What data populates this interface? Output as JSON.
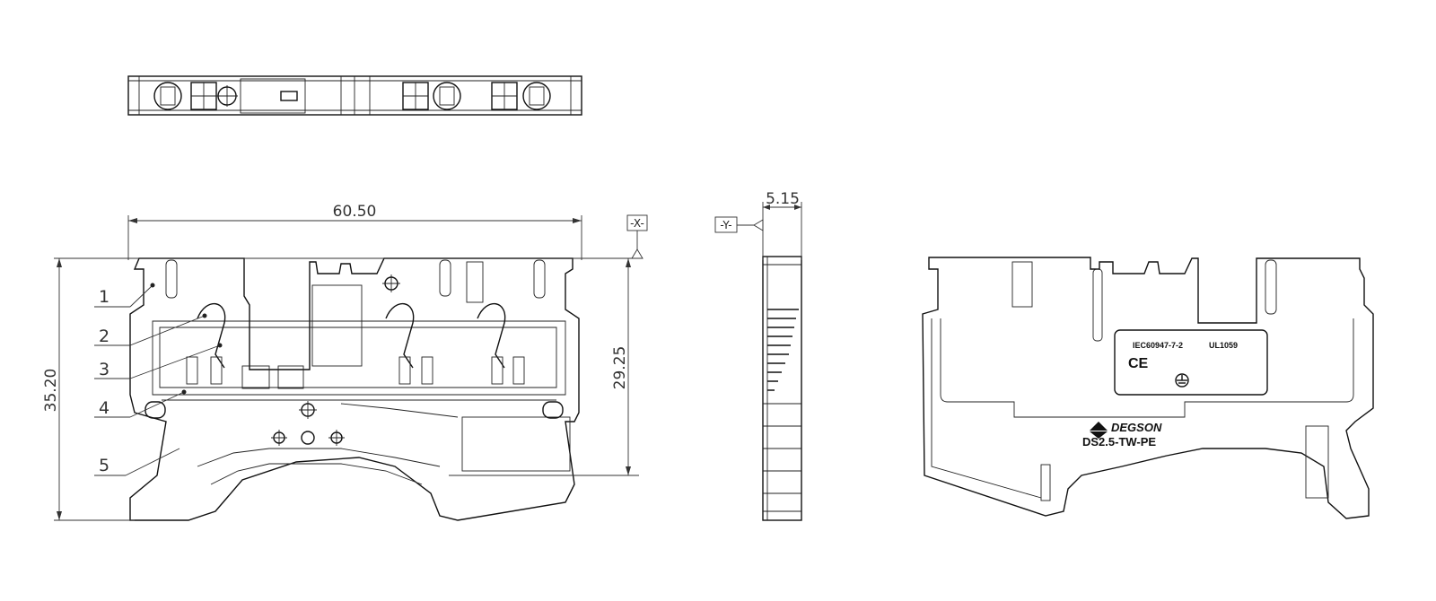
{
  "dimensions": {
    "width_front": "60.50",
    "height_total": "35.20",
    "height_rail": "29.25",
    "width_side": "5.15"
  },
  "datums": {
    "x": "-X-",
    "y": "-Y-"
  },
  "callouts": [
    "1",
    "2",
    "3",
    "4",
    "5"
  ],
  "product_label": {
    "standard": "IEC60947-7-2",
    "ul": "UL1059",
    "ce_mark": "CE",
    "brand": "DEGSON",
    "model": "DS2.5-TW-PE",
    "ground_symbol": "protective-earth-icon"
  }
}
